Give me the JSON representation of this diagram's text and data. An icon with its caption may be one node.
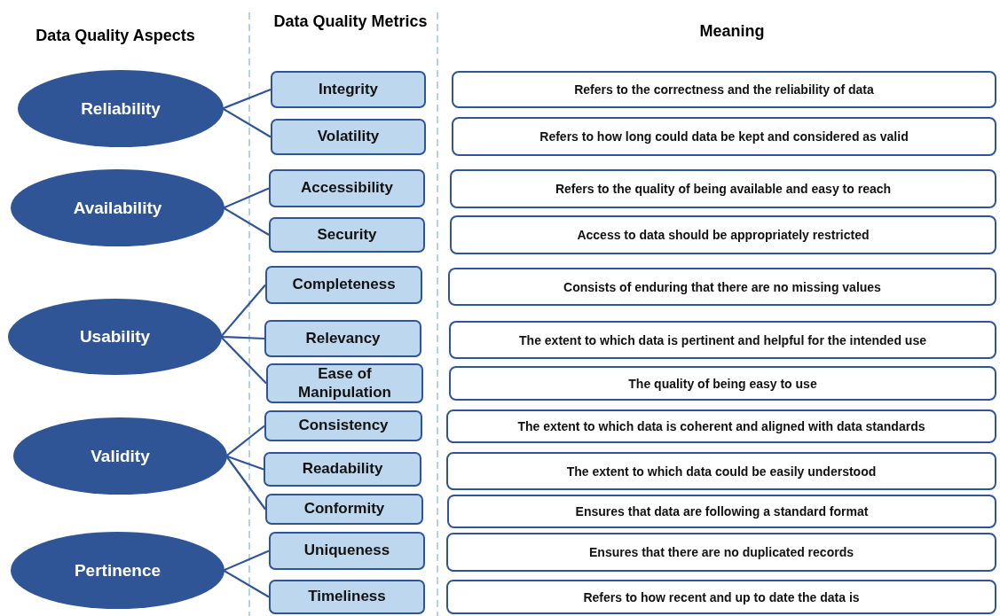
{
  "diagram": {
    "nodes": [
      {
        "text": [
          "Reliability"
        ]
      },
      {
        "text": [
          "Availability"
        ]
      },
      {
        "text": [
          "Usability"
        ]
      },
      {
        "text": [
          "Validity"
        ]
      },
      {
        "text": [
          "Pertinence"
        ]
      },
      {
        "text": [
          "Integrity"
        ]
      },
      {
        "text": [
          "Volatility"
        ]
      },
      {
        "text": [
          "Accessibility"
        ]
      },
      {
        "text": [
          "Security"
        ]
      },
      {
        "text": [
          "Completeness"
        ]
      },
      {
        "text": [
          "Relevancy"
        ]
      },
      {
        "text": [
          "Ease of Manipulation"
        ]
      },
      {
        "text": [
          "Consistency"
        ]
      },
      {
        "text": [
          "Readability"
        ]
      },
      {
        "text": [
          "Conformity"
        ]
      },
      {
        "text": [
          "Uniqueness"
        ]
      },
      {
        "text": [
          "Timeliness"
        ]
      },
      {
        "text": [
          "Refers to the correctness and the reliability of data"
        ]
      },
      {
        "text": [
          "Refers to how long could data be kept and considered as valid"
        ]
      },
      {
        "text": [
          "Refers to the quality of being available and easy to reach"
        ]
      },
      {
        "text": [
          "Access to data should be appropriately restricted"
        ]
      },
      {
        "text": [
          "Consists of enduring that there are no missing values"
        ]
      },
      {
        "text": [
          "The extent to which data is pertinent and helpful for the intended use"
        ]
      },
      {
        "text": [
          "The quality of being easy to use"
        ]
      },
      {
        "text": [
          "The extent to which data is coherent and aligned with data standards"
        ]
      },
      {
        "text": [
          "The extent to which data could be easily understood"
        ]
      },
      {
        "text": [
          "Ensures that data are following a standard format"
        ]
      },
      {
        "text": [
          "Ensures that there are no duplicated records"
        ]
      },
      {
        "text": [
          "Refers to how recent and up to date the data is"
        ]
      }
    ],
    "edges": [
      {
        "from": 0,
        "to": 5,
        "arrow": "none"
      },
      {
        "from": 0,
        "to": 6,
        "arrow": "none"
      },
      {
        "from": 1,
        "to": 7,
        "arrow": "none"
      },
      {
        "from": 1,
        "to": 8,
        "arrow": "none"
      },
      {
        "from": 2,
        "to": 9,
        "arrow": "none"
      },
      {
        "from": 2,
        "to": 10,
        "arrow": "none"
      },
      {
        "from": 2,
        "to": 11,
        "arrow": "none"
      },
      {
        "from": 3,
        "to": 12,
        "arrow": "none"
      },
      {
        "from": 3,
        "to": 13,
        "arrow": "none"
      },
      {
        "from": 3,
        "to": 14,
        "arrow": "none"
      },
      {
        "from": 4,
        "to": 15,
        "arrow": "none"
      },
      {
        "from": 4,
        "to": 16,
        "arrow": "none"
      }
    ],
    "labels": [
      "Data Quality Aspects",
      "Data Quality Metrics",
      "Meaning"
    ]
  }
}
